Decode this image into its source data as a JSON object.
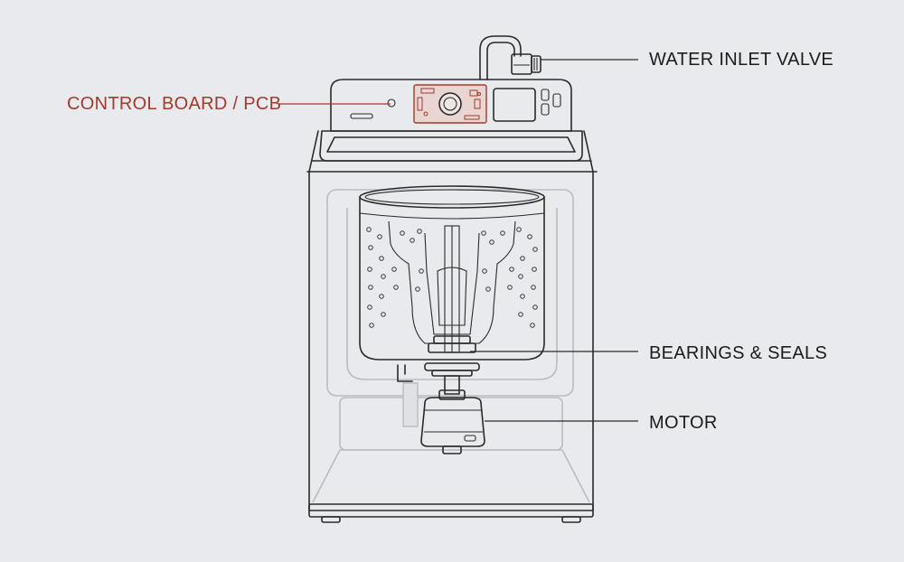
{
  "callouts": {
    "control_board": {
      "label": "CONTROL BOARD / PCB",
      "color": "#a33a2a"
    },
    "water_inlet_valve": {
      "label": "WATER INLET VALVE"
    },
    "bearings_seals": {
      "label": "BEARINGS & SEALS"
    },
    "motor": {
      "label": "MOTOR"
    }
  },
  "colors": {
    "background": "#e8eaed",
    "line": "#2a2a2a",
    "highlight": "#a33a2a"
  }
}
